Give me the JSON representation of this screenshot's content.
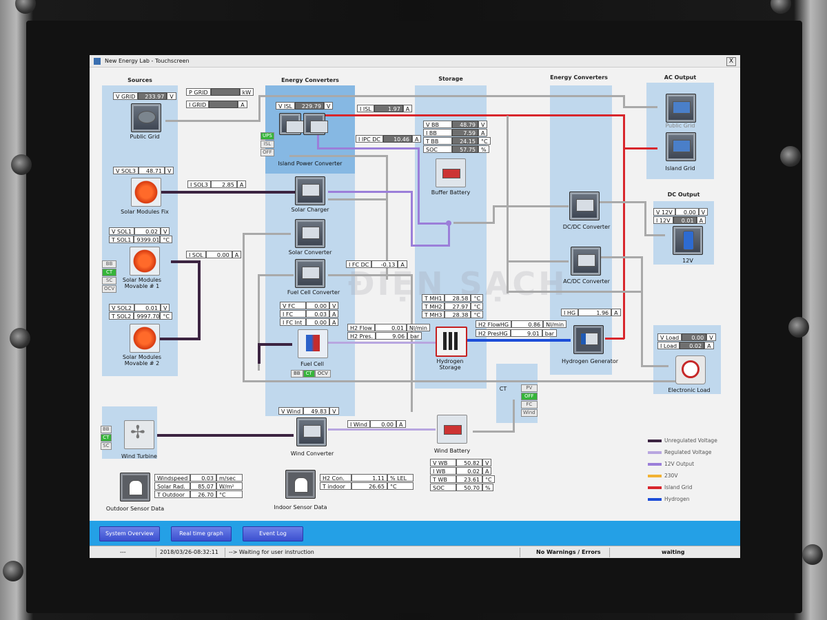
{
  "window": {
    "title": "New Energy Lab - Touchscreen",
    "close": "X"
  },
  "headers": {
    "sources": "Sources",
    "energy_converters_1": "Energy Converters",
    "storage": "Storage",
    "energy_converters_2": "Energy Converters",
    "ac_output": "AC Output",
    "dc_output": "DC Output"
  },
  "public_grid": {
    "label": "Public Grid",
    "v_grid": {
      "name": "V GRID",
      "value": "233.97",
      "unit": "V"
    },
    "p_grid": {
      "name": "P GRID",
      "value": "",
      "unit": "kW"
    },
    "i_grid": {
      "name": "I GRID",
      "value": "",
      "unit": "A"
    }
  },
  "island_power_converter": {
    "label": "Island Power Converter",
    "v_isl": {
      "name": "V ISL",
      "value": "229.79",
      "unit": "V"
    },
    "i_isl": {
      "name": "I ISL",
      "value": "1.97",
      "unit": "A"
    },
    "i_ipc_dc": {
      "name": "I IPC DC",
      "value": "10.46",
      "unit": "A"
    },
    "modes": [
      "UPS",
      "ISL",
      "OFF"
    ]
  },
  "buffer_battery": {
    "label": "Buffer Battery",
    "readings": [
      {
        "name": "V BB",
        "value": "48.79",
        "unit": "V"
      },
      {
        "name": "I BB",
        "value": "7.59",
        "unit": "A"
      },
      {
        "name": "T BB",
        "value": "24.15",
        "unit": "°C"
      },
      {
        "name": "SOC",
        "value": "57.75",
        "unit": "%"
      }
    ]
  },
  "ac_output": {
    "public_grid": "Public Grid",
    "island_grid": "Island Grid"
  },
  "dc_output": {
    "label": "12V",
    "v12": {
      "name": "V 12V",
      "value": "0.00",
      "unit": "V"
    },
    "i12": {
      "name": "I 12V",
      "value": "0.01",
      "unit": "A"
    }
  },
  "solar_fix": {
    "label": "Solar Modules Fix",
    "v_sol3": {
      "name": "V SOL3",
      "value": "48.71",
      "unit": "V"
    },
    "i_sol3": {
      "name": "I SOL3",
      "value": "2.85",
      "unit": "A"
    }
  },
  "solar_charger": {
    "label": "Solar Charger"
  },
  "solar_movable_1": {
    "label": "Solar Modules\nMovable # 1",
    "v_sol1": {
      "name": "V SOL1",
      "value": "0.02",
      "unit": "V"
    },
    "t_sol1": {
      "name": "T SOL1",
      "value": "9399.01",
      "unit": "°C"
    },
    "modes": [
      "BB",
      "CT",
      "SC",
      "OCV"
    ]
  },
  "solar_converter": {
    "label": "Solar Converter",
    "i_sol": {
      "name": "I SOL",
      "value": "0.00",
      "unit": "A"
    }
  },
  "solar_movable_2": {
    "label": "Solar Modules\nMovable # 2",
    "v_sol2": {
      "name": "V SOL2",
      "value": "0.01",
      "unit": "V"
    },
    "t_sol2": {
      "name": "T SOL2",
      "value": "9997.70",
      "unit": "°C"
    }
  },
  "fuel_cell_converter": {
    "label": "Fuel Cell Converter",
    "i_fc_dc": {
      "name": "I FC DC",
      "value": "-0.13",
      "unit": "A"
    }
  },
  "fuel_cell": {
    "label": "Fuel Cell",
    "readings": [
      {
        "name": "V FC",
        "value": "0.00",
        "unit": "V"
      },
      {
        "name": "I FC",
        "value": "0.03",
        "unit": "A"
      },
      {
        "name": "I FC Int",
        "value": "0.00",
        "unit": "A"
      }
    ],
    "modes": [
      "BB",
      "CT",
      "OCV"
    ]
  },
  "hydrogen_storage": {
    "label": "Hydrogen\nStorage",
    "temps": [
      {
        "name": "T MH1",
        "value": "28.58",
        "unit": "°C"
      },
      {
        "name": "T MH2",
        "value": "27.97",
        "unit": "°C"
      },
      {
        "name": "T MH3",
        "value": "28.38",
        "unit": "°C"
      }
    ],
    "h2_flow": {
      "name": "H2 Flow",
      "value": "0.01",
      "unit": "Nl/min"
    },
    "h2_pres": {
      "name": "H2 Pres.",
      "value": "9.06",
      "unit": "bar"
    }
  },
  "dcdc_converter": {
    "label": "DC/DC Converter"
  },
  "acdc_converter": {
    "label": "AC/DC Converter"
  },
  "hydrogen_generator": {
    "label": "Hydrogen Generator",
    "i_hg": {
      "name": "I HG",
      "value": "1.96",
      "unit": "A"
    },
    "flow_hg": {
      "name": "H2 FlowHG",
      "value": "0.86",
      "unit": "Nl/min"
    },
    "pres_hg": {
      "name": "H2 PresHG",
      "value": "9.01",
      "unit": "bar"
    }
  },
  "electronic_load": {
    "label": "Electronic Load",
    "v_load": {
      "name": "V Load",
      "value": "0.00",
      "unit": "V"
    },
    "i_load": {
      "name": "I Load",
      "value": "0.02",
      "unit": "A"
    }
  },
  "wind_turbine": {
    "label": "Wind Turbine",
    "modes": [
      "BB",
      "CT",
      "SC"
    ]
  },
  "wind_converter": {
    "label": "Wind Converter",
    "v_wind": {
      "name": "V Wind",
      "value": "49.83",
      "unit": "V"
    },
    "i_wind": {
      "name": "I Wind",
      "value": "0.00",
      "unit": "A"
    }
  },
  "ct_switch": {
    "label": "CT",
    "modes": [
      "PV",
      "OFF",
      "FC",
      "Wind"
    ]
  },
  "wind_battery": {
    "label": "Wind Battery",
    "readings": [
      {
        "name": "V WB",
        "value": "50.82",
        "unit": "V"
      },
      {
        "name": "I WB",
        "value": "0.02",
        "unit": "A"
      },
      {
        "name": "T WB",
        "value": "23.61",
        "unit": "°C"
      },
      {
        "name": "SOC",
        "value": "50.70",
        "unit": "%"
      }
    ]
  },
  "outdoor_sensor": {
    "label": "Outdoor Sensor Data",
    "readings": [
      {
        "name": "Windspeed",
        "value": "0.03",
        "unit": "m/sec"
      },
      {
        "name": "Solar Rad.",
        "value": "85.07",
        "unit": "W/m²"
      },
      {
        "name": "T Outdoor",
        "value": "26.70",
        "unit": "°C"
      }
    ]
  },
  "indoor_sensor": {
    "label": "Indoor Sensor Data",
    "readings": [
      {
        "name": "H2 Con.",
        "value": "1.11",
        "unit": "% LEL"
      },
      {
        "name": "T indoor",
        "value": "26.65",
        "unit": "°C"
      }
    ]
  },
  "legend": [
    {
      "label": "Unregulated Voltage",
      "color": "#3c2441"
    },
    {
      "label": "Regulated Voltage",
      "color": "#b8a6e0"
    },
    {
      "label": "12V Output",
      "color": "#9b7ed9"
    },
    {
      "label": "230V",
      "color": "#f2b233"
    },
    {
      "label": "Island Grid",
      "color": "#d8262c"
    },
    {
      "label": "Hydrogen",
      "color": "#1d4ed8"
    }
  ],
  "nav": {
    "overview": "System Overview",
    "graph": "Real time graph",
    "log": "Event Log"
  },
  "status": {
    "left": "---",
    "timestamp": "2018/03/26-08:32:11",
    "message": "--> Waiting for user instruction",
    "warnings": "No Warnings / Errors",
    "state": "waiting"
  },
  "watermark": "ĐIỆN SẠCH"
}
